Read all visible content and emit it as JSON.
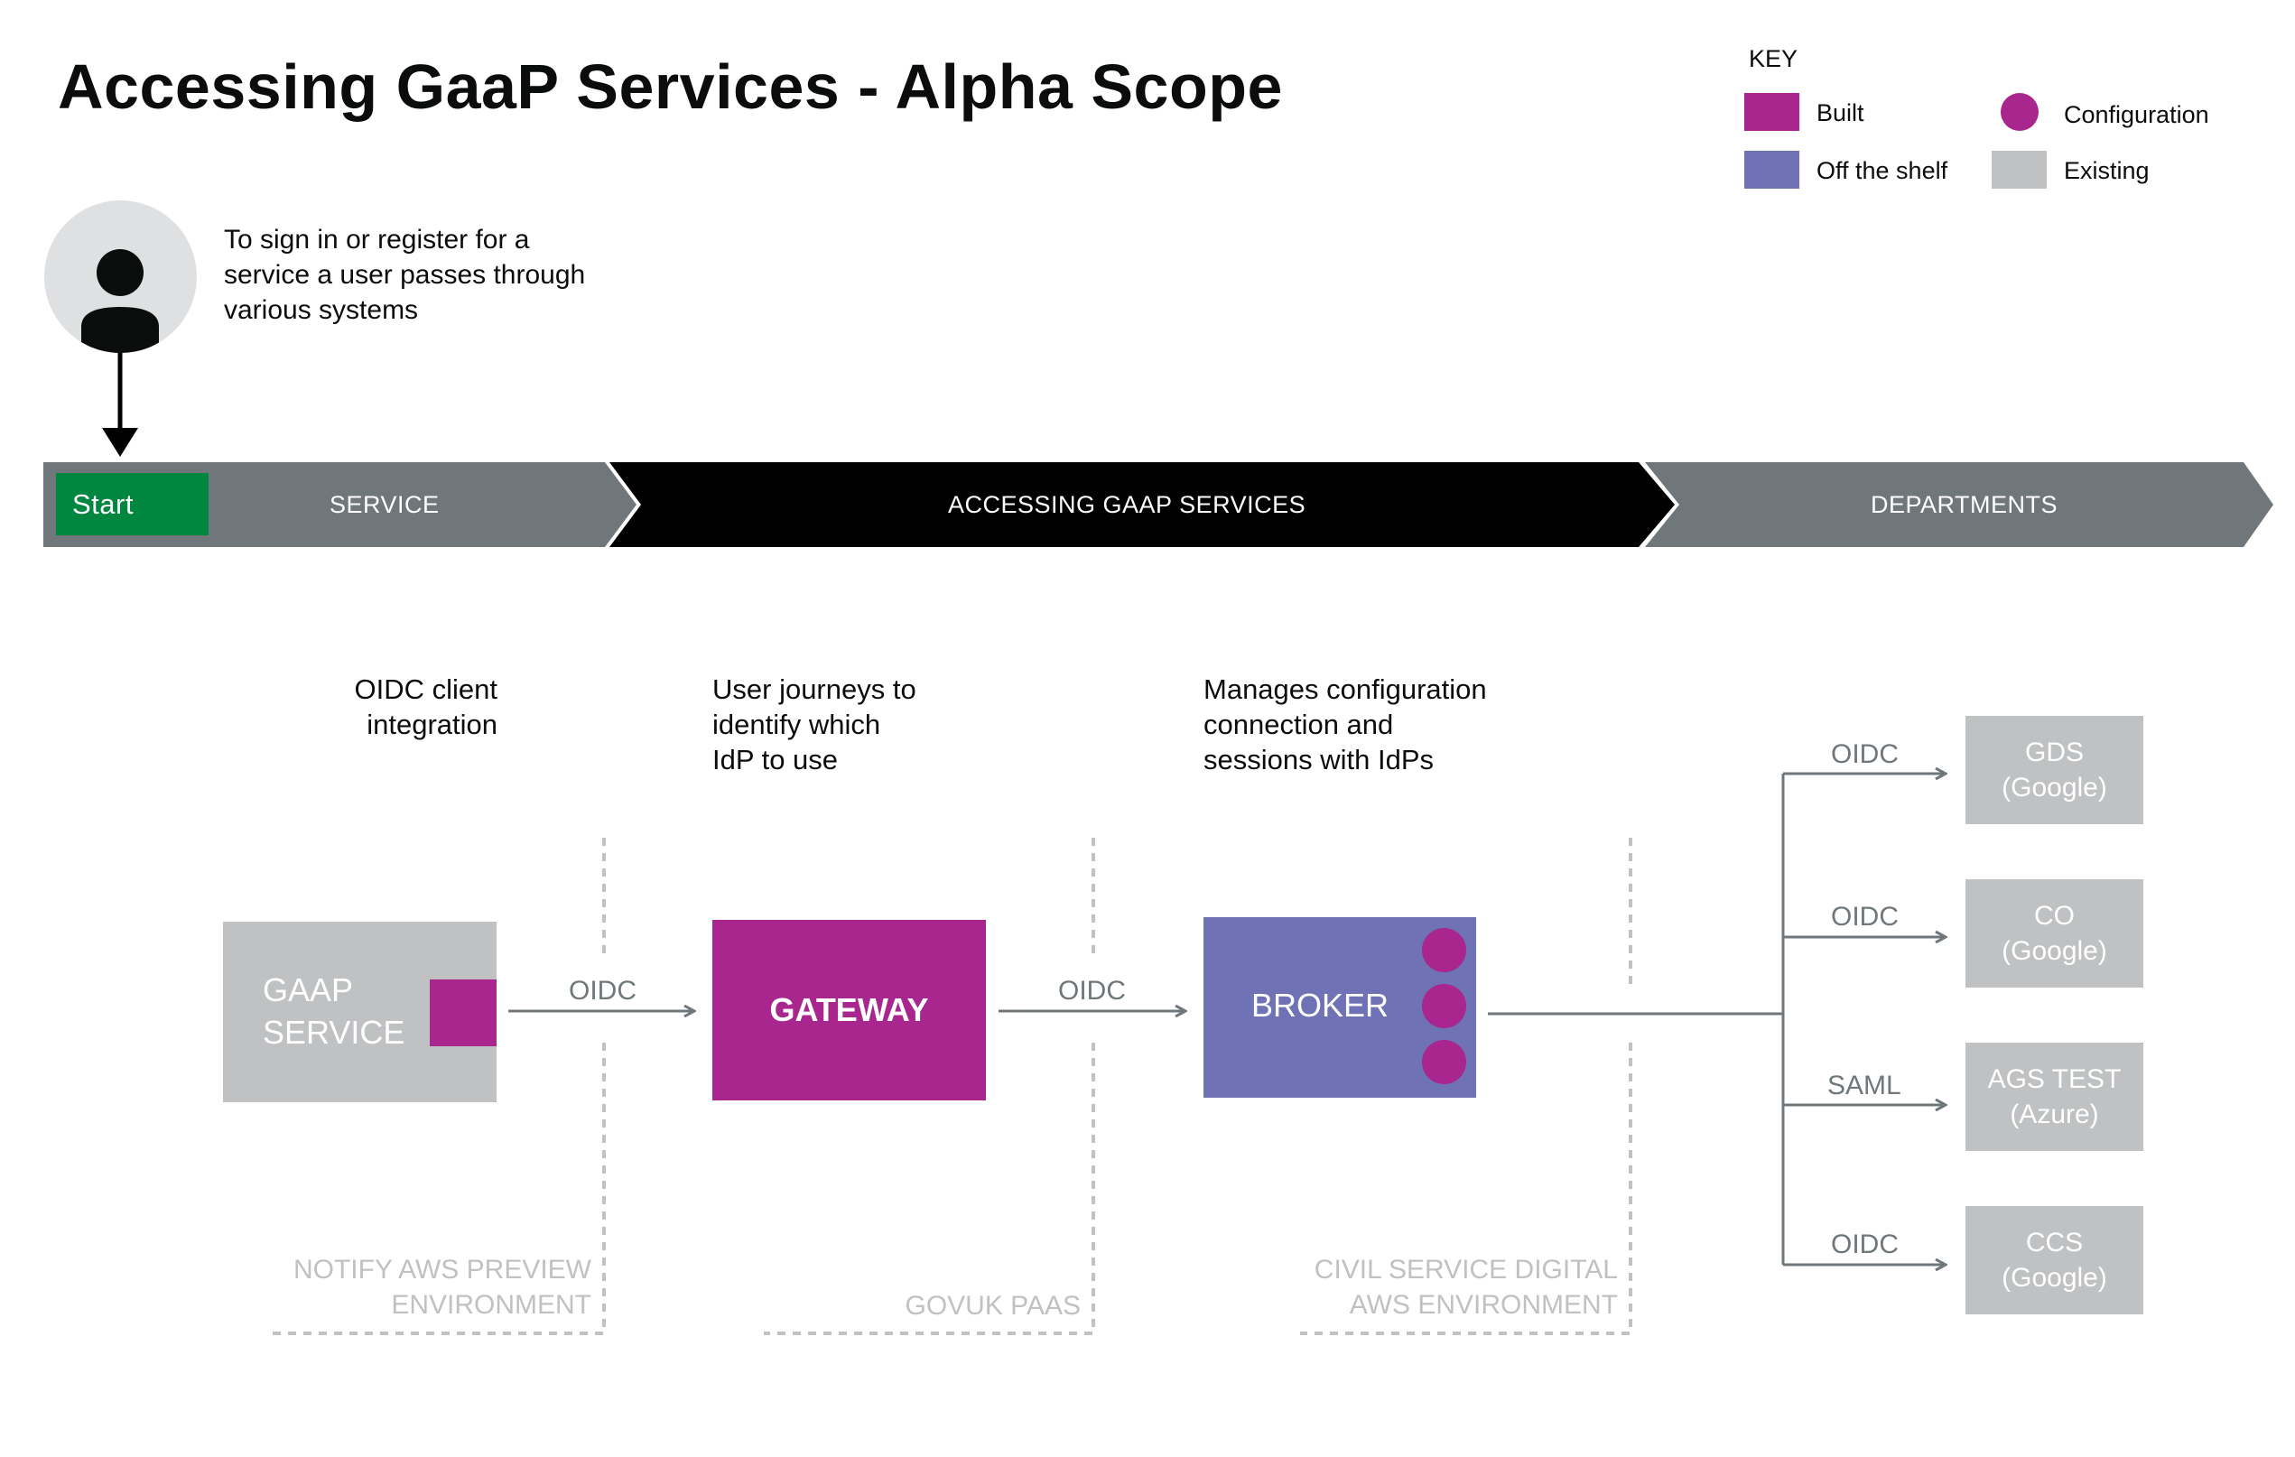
{
  "title": "Accessing GaaP Services - Alpha Scope",
  "key": {
    "title": "KEY",
    "items": [
      {
        "label": "Built",
        "color": "#a8268d",
        "shape": "square"
      },
      {
        "label": "Configuration",
        "color": "#a8268d",
        "shape": "circle"
      },
      {
        "label": "Off the shelf",
        "color": "#6f72b4",
        "shape": "square"
      },
      {
        "label": "Existing",
        "color": "#bfc1c3",
        "shape": "square"
      }
    ]
  },
  "user": {
    "icon": "user-icon",
    "description": "To sign in or register for a service a user passes through various systems"
  },
  "phases": {
    "start": "Start",
    "service": "SERVICE",
    "accessing": "ACCESSING GAAP SERVICES",
    "departments": "DEPARTMENTS"
  },
  "descriptions": {
    "service": "OIDC client\nintegration",
    "gateway": "User journeys to\nidentify which\nIdP to use",
    "broker": "Manages configuration\nconnection and\nsessions with IdPs"
  },
  "nodes": {
    "gaap_service": "GAAP\nSERVICE",
    "gateway": "GATEWAY",
    "broker": "BROKER"
  },
  "protocols": {
    "service_to_gateway": "OIDC",
    "gateway_to_broker": "OIDC"
  },
  "environments": {
    "notify": "NOTIFY AWS PREVIEW\nENVIRONMENT",
    "paas": "GOVUK PAAS",
    "civil": "CIVIL SERVICE DIGITAL\nAWS ENVIRONMENT"
  },
  "departments": [
    {
      "protocol": "OIDC",
      "label": "GDS\n(Google)"
    },
    {
      "protocol": "OIDC",
      "label": "CO\n(Google)"
    },
    {
      "protocol": "SAML",
      "label": "AGS TEST\n(Azure)"
    },
    {
      "protocol": "OIDC",
      "label": "CCS\n(Google)"
    }
  ],
  "colors": {
    "built": "#a8268d",
    "off_the_shelf": "#6f72b4",
    "existing": "#bfc1c3",
    "start": "#00873f",
    "phase_grey": "#6f777b",
    "phase_black": "#000000"
  }
}
